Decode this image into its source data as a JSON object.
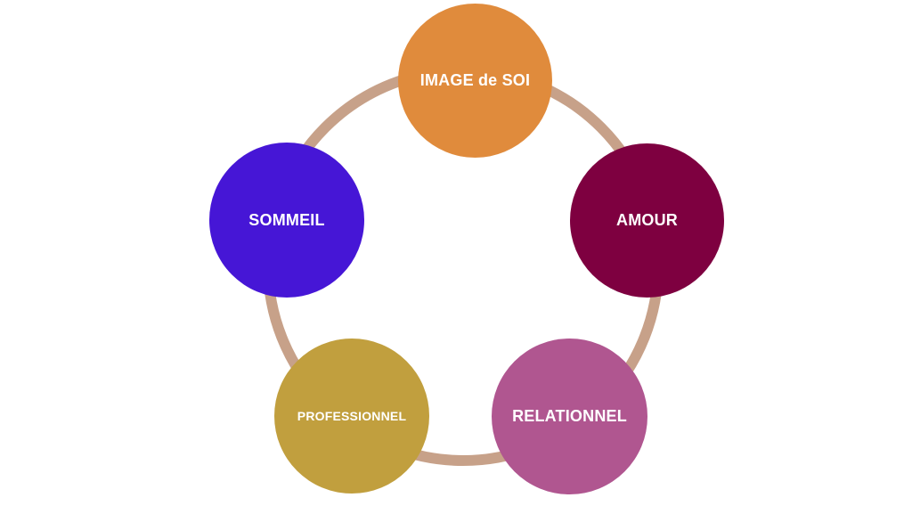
{
  "diagram": {
    "ring_color": "#c7a189",
    "nodes": [
      {
        "label": "IMAGE de SOI",
        "color": "#e08b3c"
      },
      {
        "label": "AMOUR",
        "color": "#7e0040"
      },
      {
        "label": "RELATIONNEL",
        "color": "#b05690"
      },
      {
        "label": "PROFESSIONNEL",
        "color": "#c19f3e"
      },
      {
        "label": "SOMMEIL",
        "color": "#4616d6"
      }
    ]
  }
}
